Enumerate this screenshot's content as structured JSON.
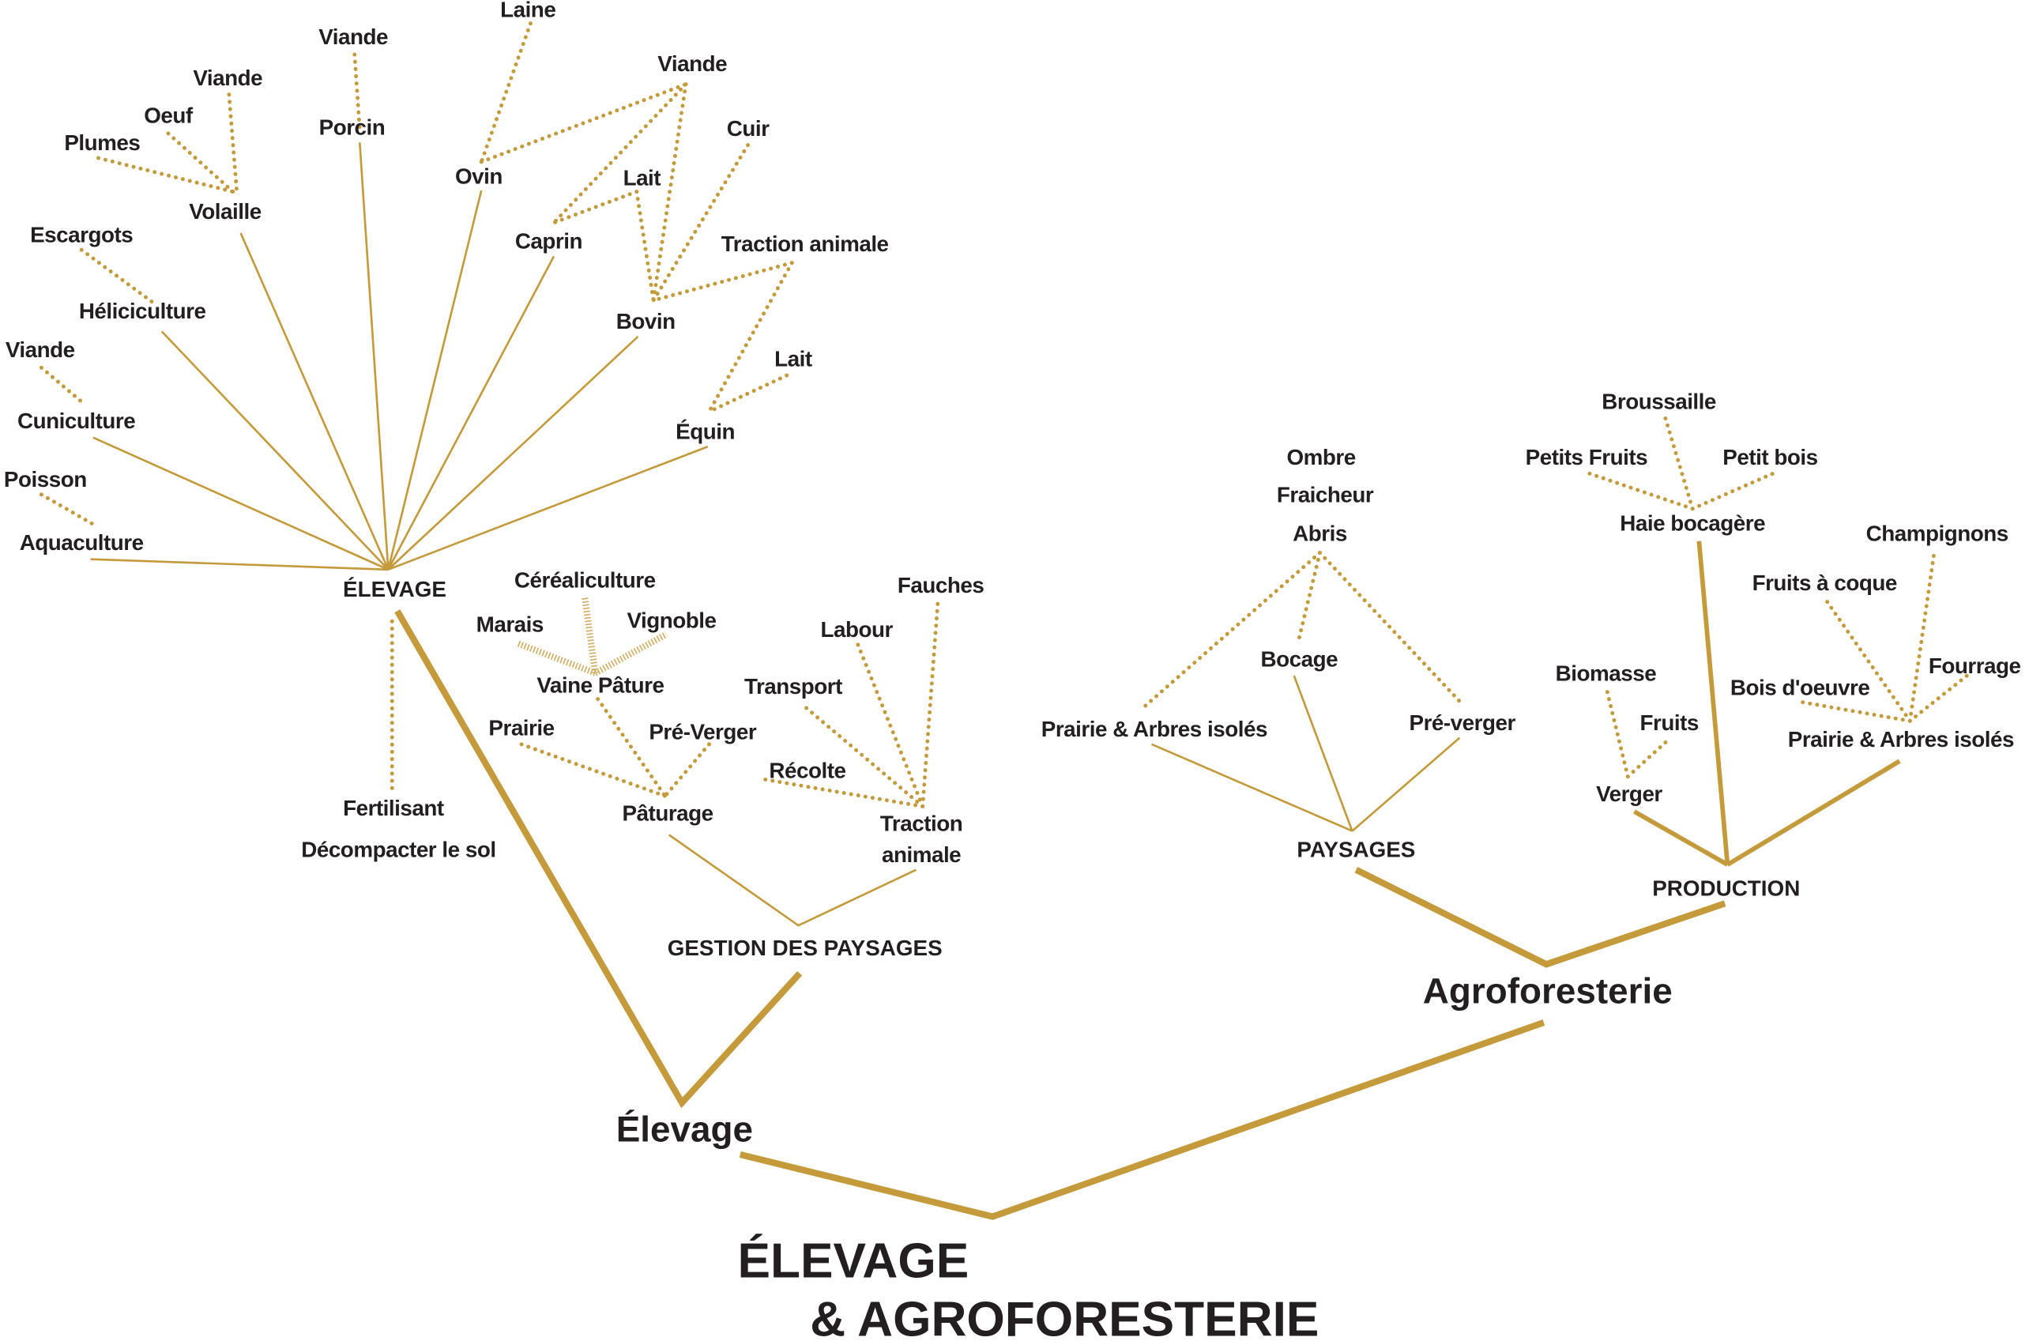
{
  "title": {
    "line1": "ÉLEVAGE",
    "line2": "& AGROFORESTERIE"
  },
  "colors": {
    "branch": "#c49a3a",
    "text": "#231f20"
  },
  "elevage": {
    "label": "Élevage",
    "hub": "ÉLEVAGE",
    "branches": {
      "aquaculture": "Aquaculture",
      "poisson": "Poisson",
      "cuniculture": "Cuniculture",
      "cuni_viande": "Viande",
      "heliciculture": "Héliciculture",
      "escargots": "Escargots",
      "volaille": "Volaille",
      "plumes": "Plumes",
      "oeuf": "Oeuf",
      "vol_viande": "Viande",
      "porcin": "Porcin",
      "porc_viande": "Viande",
      "ovin": "Ovin",
      "laine": "Laine",
      "caprin": "Caprin",
      "lait": "Lait",
      "viande": "Viande",
      "bovin": "Bovin",
      "cuir": "Cuir",
      "traction": "Traction animale",
      "equin": "Équin",
      "equin_lait": "Lait"
    },
    "fertilisant": "Fertilisant",
    "decompacter": "Décompacter le sol",
    "gestion": {
      "label": "GESTION DES PAYSAGES",
      "paturage": "Pâturage",
      "prairie": "Prairie",
      "pre_verger": "Pré-Verger",
      "vaine_pature": "Vaine Pâture",
      "marais": "Marais",
      "cerealiculture": "Céréaliculture",
      "vignoble": "Vignoble",
      "traction_line1": "Traction",
      "traction_line2": "animale",
      "recolte": "Récolte",
      "transport": "Transport",
      "labour": "Labour",
      "fauches": "Fauches"
    }
  },
  "agroforesterie": {
    "label": "Agroforesterie",
    "paysages": {
      "label": "PAYSAGES",
      "prairie": "Prairie & Arbres isolés",
      "bocage": "Bocage",
      "pre_verger": "Pré-verger",
      "abris": "Abris",
      "fraicheur": "Fraicheur",
      "ombre": "Ombre"
    },
    "production": {
      "label": "PRODUCTION",
      "verger": "Verger",
      "biomasse": "Biomasse",
      "fruits": "Fruits",
      "haie": "Haie bocagère",
      "petits_fruits": "Petits Fruits",
      "broussaille": "Broussaille",
      "petit_bois": "Petit bois",
      "prairie": "Prairie & Arbres isolés",
      "bois_oeuvre": "Bois d'oeuvre",
      "fruits_coque": "Fruits à coque",
      "champignons": "Champignons",
      "fourrage": "Fourrage"
    }
  }
}
